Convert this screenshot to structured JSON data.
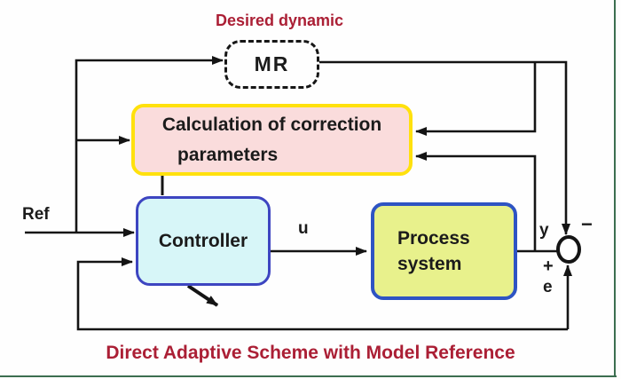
{
  "diagram": {
    "desired_dynamic_label": "Desired dynamic",
    "caption": "Direct Adaptive Scheme with Model Reference",
    "blocks": {
      "mr": {
        "label": "MR"
      },
      "calculation": {
        "line1": "Calculation of correction",
        "line2": "parameters"
      },
      "controller": {
        "label": "Controller"
      },
      "process": {
        "line1": "Process",
        "line2": "system"
      }
    },
    "signals": {
      "ref": "Ref",
      "u": "u",
      "y": "y",
      "e": "e",
      "plus": "+",
      "minus": "−"
    },
    "colors": {
      "caption_red": "#ab1f35",
      "calc_fill": "#fadcdc",
      "calc_border": "#ffe10d",
      "controller_fill": "#d7f6f8",
      "controller_border": "#3d45c1",
      "process_fill": "#e8f18c",
      "process_border": "#2e54c3",
      "line_black": "#141414",
      "frame_green": "#3c6e50"
    }
  }
}
